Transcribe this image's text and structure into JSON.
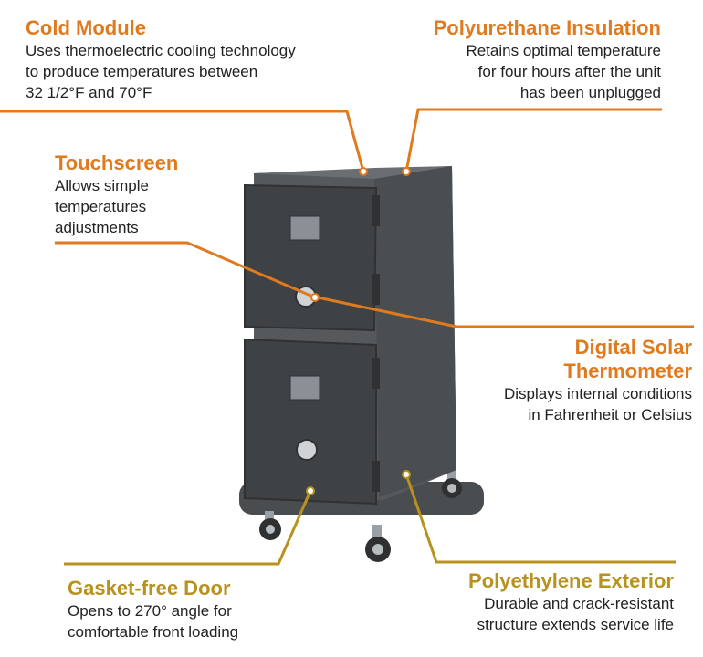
{
  "colors": {
    "orange": "#e07a1f",
    "gold": "#b8921f",
    "body": "#55595c",
    "body_dark": "#3f4245"
  },
  "callouts": {
    "cold_module": {
      "title": "Cold Module",
      "desc": "Uses thermoelectric cooling technology\nto produce temperatures between\n32 1/2°F and 70°F"
    },
    "insulation": {
      "title": "Polyurethane Insulation",
      "desc": "Retains optimal temperature\nfor four hours after the unit\nhas been unplugged"
    },
    "touchscreen": {
      "title": "Touchscreen",
      "desc": "Allows simple\ntemperatures\nadjustments"
    },
    "thermometer": {
      "title_line1": "Digital Solar",
      "title_line2": "Thermometer",
      "desc": "Displays internal conditions\nin Fahrenheit or Celsius"
    },
    "gasket_door": {
      "title": "Gasket-free Door",
      "desc": "Opens to 270° angle for\ncomfortable front loading"
    },
    "exterior": {
      "title": "Polyethylene Exterior",
      "desc": "Durable and crack-resistant\nstructure extends service life"
    }
  }
}
